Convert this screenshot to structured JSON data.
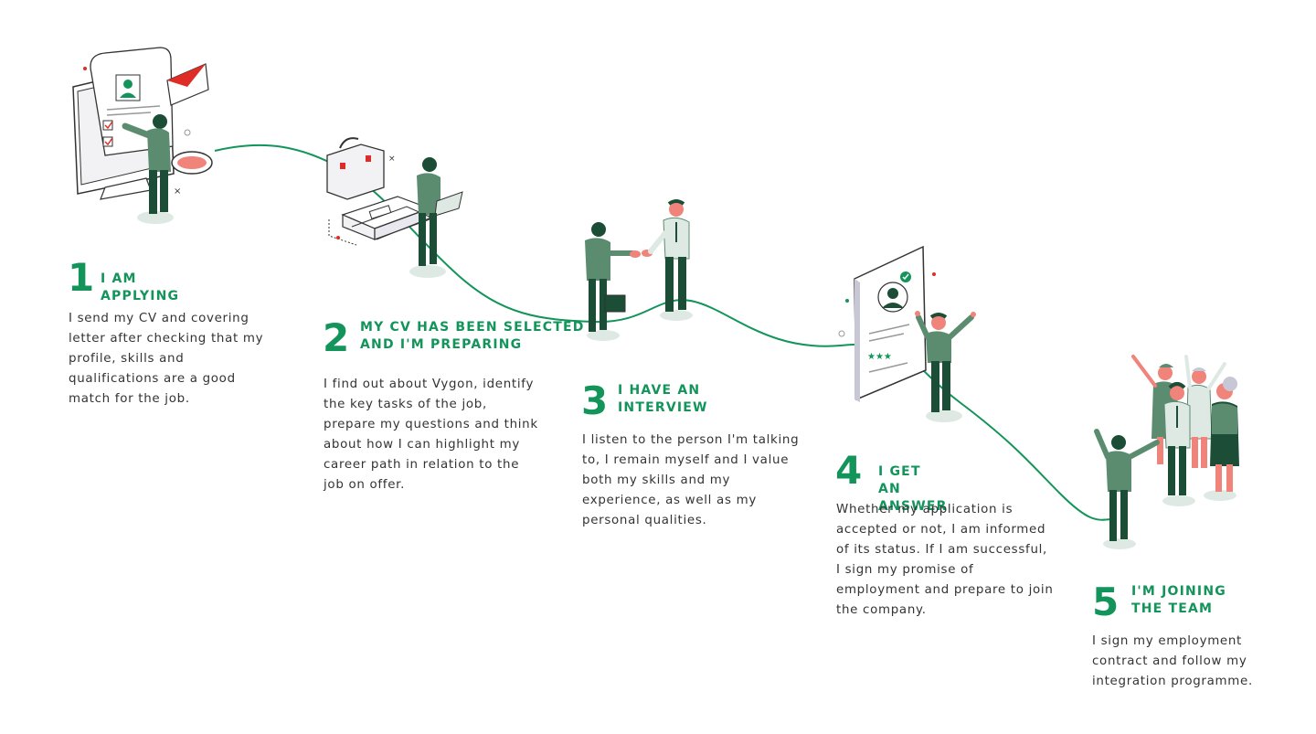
{
  "steps": [
    {
      "number": "1",
      "title": "I AM APPLYING",
      "description": "I send my CV and covering letter after checking that my profile, skills and qualifications are a good match for the job."
    },
    {
      "number": "2",
      "title": "MY CV HAS BEEN SELECTED\nAND I'M PREPARING",
      "description": "I find out about Vygon, identify the key tasks of the job, prepare my questions and think about how I can highlight my career path in relation to the job on offer."
    },
    {
      "number": "3",
      "title": "I HAVE AN\nINTERVIEW",
      "description": "I listen to the person I'm talking to, I remain myself and I value both my skills and my experience, as well as my personal qualities."
    },
    {
      "number": "4",
      "title": "I GET AN ANSWER",
      "description": "Whether my application is accepted or not, I am informed of its status. If I am successful, I sign my promise of employment and prepare to join the company."
    },
    {
      "number": "5",
      "title": "I'M JOINING\nTHE TEAM",
      "description": "I sign my employment contract and follow my integration programme."
    }
  ],
  "colors": {
    "accent": "#12945a",
    "dark_green": "#1c4d36",
    "mid_green": "#5b8c70",
    "light_green": "#dfe9e3",
    "salmon": "#f0837a",
    "red": "#e02c26",
    "text": "#333333"
  },
  "illustrations": {
    "step1": "cv-application-icon",
    "step2": "preparation-icon",
    "step3": "handshake-interview-icon",
    "step4": "answer-profile-icon",
    "step5": "team-celebration-icon"
  }
}
